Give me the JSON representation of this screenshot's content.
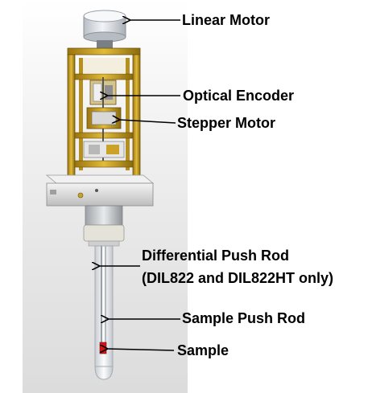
{
  "callouts": {
    "linear_motor": "Linear Motor",
    "optical_encoder": "Optical Encoder",
    "stepper_motor": "Stepper Motor",
    "differential_push_rod_line1": "Differential Push Rod",
    "differential_push_rod_line2": "(DIL822 and DIL822HT only)",
    "sample_push_rod": "Sample Push Rod",
    "sample": "Sample"
  },
  "colors": {
    "frame_gold": "#c9a227",
    "motor_silver": "#d9dde3",
    "plate": "#e2e2e2",
    "tube_glass": "#f2f4f6",
    "sample_red": "#d21414"
  }
}
